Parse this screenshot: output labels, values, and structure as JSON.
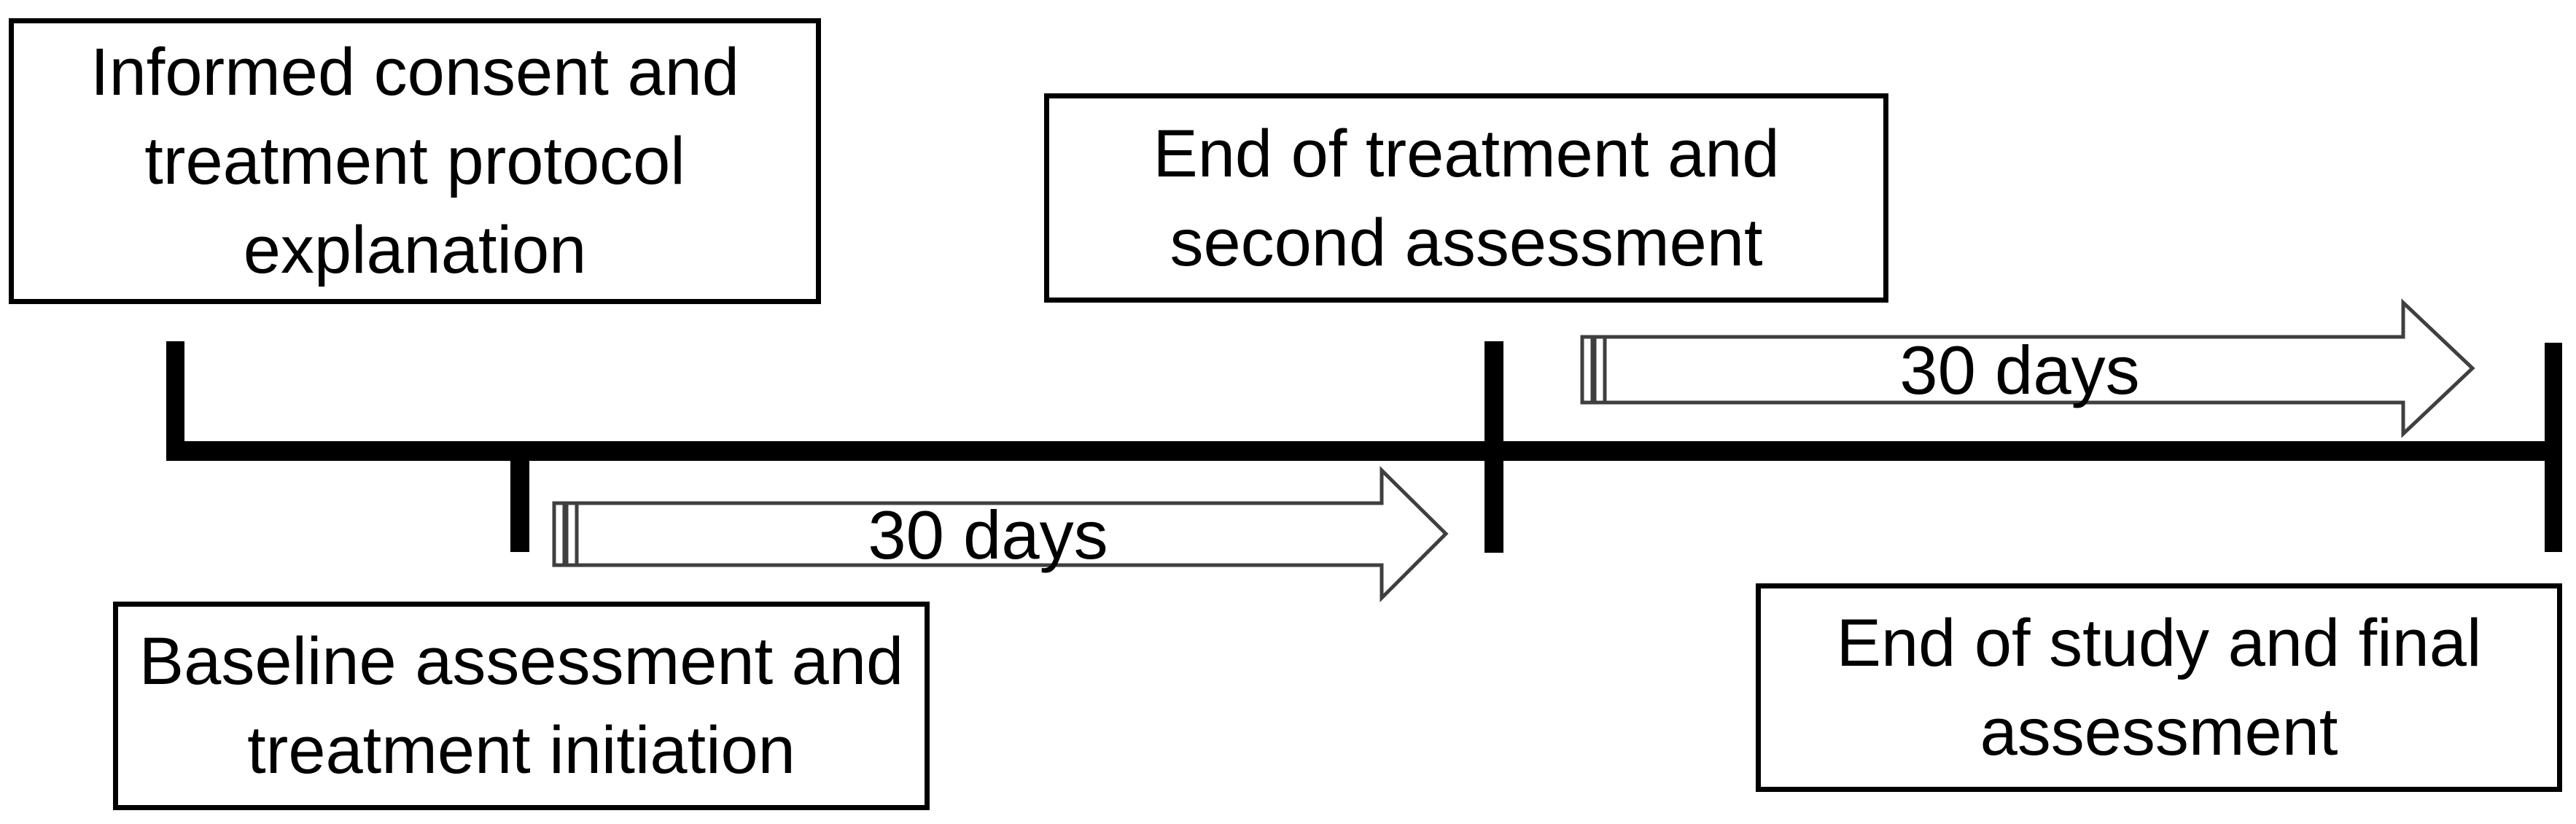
{
  "diagram": {
    "title_semantic": "study timeline",
    "colors": {
      "background": "#ffffff",
      "line": "#000000",
      "arrow_outline": "#3f3f3f",
      "text": "#000000"
    },
    "boxes": [
      {
        "id": "informed-consent",
        "lines": [
          "Informed consent and",
          "treatment protocol",
          "explanation"
        ]
      },
      {
        "id": "end-of-treatment",
        "lines": [
          "End of treatment and",
          "second assessment"
        ]
      },
      {
        "id": "baseline-assessment",
        "lines": [
          "Baseline assessment and",
          "treatment initiation"
        ]
      },
      {
        "id": "end-of-study",
        "lines": [
          "End of study and final",
          "assessment"
        ]
      }
    ],
    "arrows": [
      {
        "id": "treatment-period",
        "label": "30 days"
      },
      {
        "id": "follow-up-period",
        "label": "30 days"
      }
    ]
  }
}
